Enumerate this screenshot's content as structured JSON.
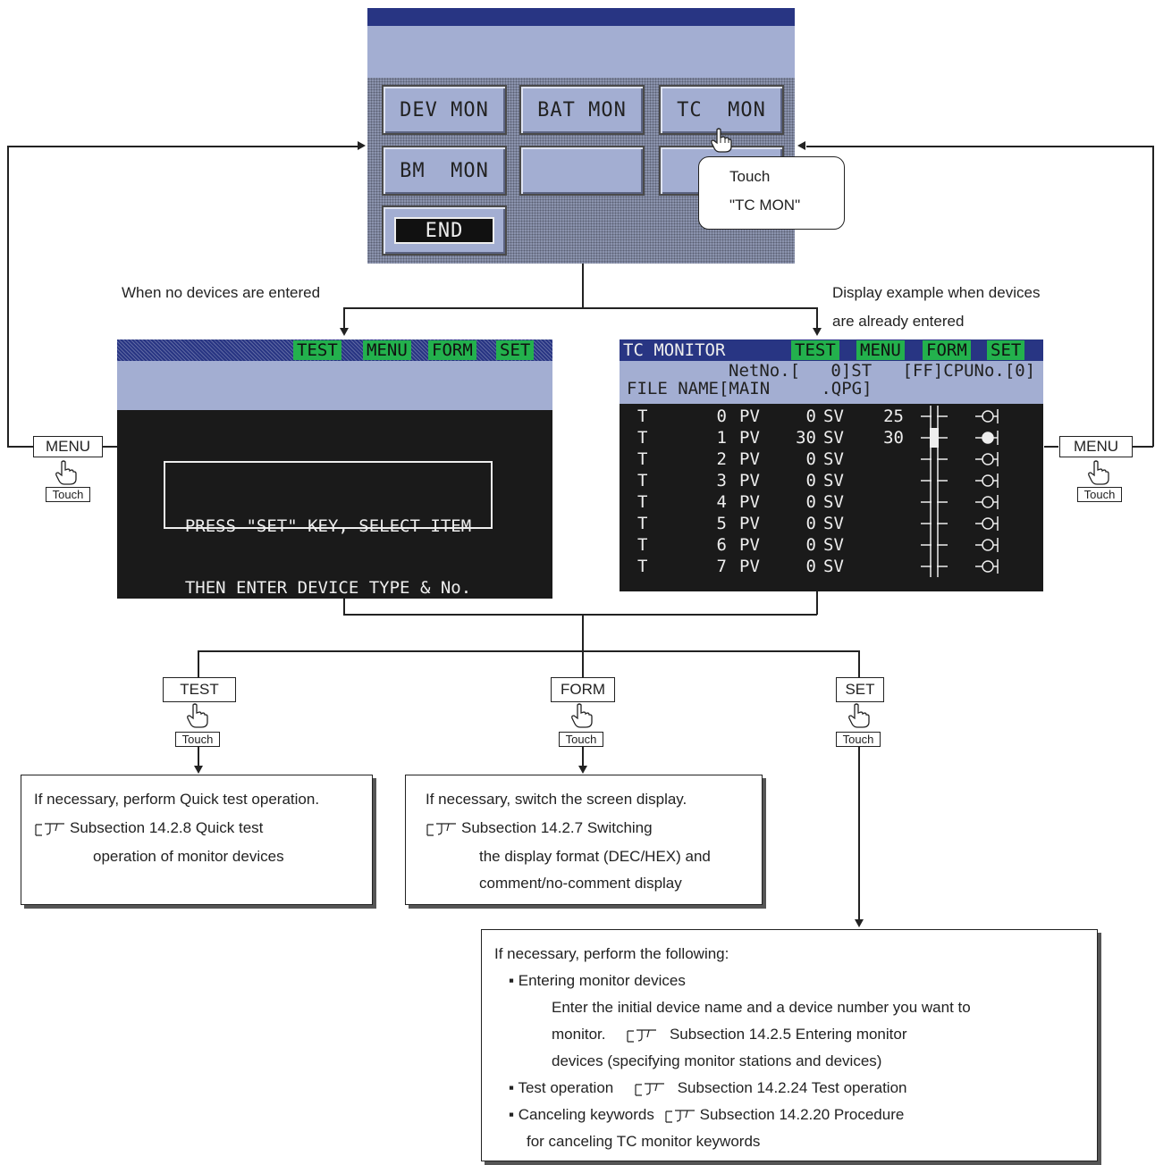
{
  "menu_screen": {
    "buttons": [
      "DEV MON",
      "BAT MON",
      "TC  MON",
      "BM  MON",
      "",
      "",
      "END"
    ],
    "callout_line1": "Touch",
    "callout_line2": "\"TC MON\""
  },
  "labels": {
    "no_devices": "When no devices are entered",
    "example_line1": "Display example when devices",
    "example_line2": "are already entered"
  },
  "left_screen": {
    "tabs": [
      "TEST",
      "MENU",
      "FORM",
      "SET"
    ],
    "message_line1": "PRESS \"SET\" KEY, SELECT ITEM",
    "message_line2": "THEN ENTER DEVICE TYPE & No."
  },
  "right_screen": {
    "title": "TC MONITOR",
    "tabs": [
      "TEST",
      "MENU",
      "FORM",
      "SET"
    ],
    "header_line1": "NetNo.[   0]ST   [FF]CPUNo.[0]",
    "header_line2": "FILE NAME[MAIN     .QPG]",
    "rows": [
      {
        "dev": "T",
        "num": "0",
        "pv_label": "PV",
        "pv": "0",
        "sv_label": "SV",
        "sv": "25",
        "coil_on": false,
        "contact_on": false
      },
      {
        "dev": "T",
        "num": "1",
        "pv_label": "PV",
        "pv": "30",
        "sv_label": "SV",
        "sv": "30",
        "coil_on": true,
        "contact_on": true
      },
      {
        "dev": "T",
        "num": "2",
        "pv_label": "PV",
        "pv": "0",
        "sv_label": "SV",
        "sv": "",
        "coil_on": false,
        "contact_on": false
      },
      {
        "dev": "T",
        "num": "3",
        "pv_label": "PV",
        "pv": "0",
        "sv_label": "SV",
        "sv": "",
        "coil_on": false,
        "contact_on": false
      },
      {
        "dev": "T",
        "num": "4",
        "pv_label": "PV",
        "pv": "0",
        "sv_label": "SV",
        "sv": "",
        "coil_on": false,
        "contact_on": false
      },
      {
        "dev": "T",
        "num": "5",
        "pv_label": "PV",
        "pv": "0",
        "sv_label": "SV",
        "sv": "",
        "coil_on": false,
        "contact_on": false
      },
      {
        "dev": "T",
        "num": "6",
        "pv_label": "PV",
        "pv": "0",
        "sv_label": "SV",
        "sv": "",
        "coil_on": false,
        "contact_on": false
      },
      {
        "dev": "T",
        "num": "7",
        "pv_label": "PV",
        "pv": "0",
        "sv_label": "SV",
        "sv": "",
        "coil_on": false,
        "contact_on": false
      }
    ]
  },
  "keys": {
    "menu": "MENU",
    "test": "TEST",
    "form": "FORM",
    "set": "SET",
    "touch": "Touch"
  },
  "notes": {
    "test": {
      "line1": "If necessary, perform Quick test operation.",
      "line2": "Subsection 14.2.8 Quick test",
      "line3": "operation of monitor devices"
    },
    "form": {
      "line1": "If necessary, switch the screen display.",
      "line2": "Subsection 14.2.7 Switching",
      "line3": "the display format (DEC/HEX) and",
      "line4": "comment/no-comment display"
    },
    "set": {
      "line1": "If necessary, perform the following:",
      "b1": "Entering monitor devices",
      "b1_l1": "Enter the initial device name and a device number you want to",
      "b1_l2a": "monitor.",
      "b1_l2b": "Subsection 14.2.5 Entering monitor",
      "b1_l3": "devices (specifying monitor stations and devices)",
      "b2a": "Test operation",
      "b2b": "Subsection 14.2.24 Test operation",
      "b3a": "Canceling keywords",
      "b3b": "Subsection 14.2.20 Procedure",
      "b3_l2": "for canceling TC monitor keywords"
    }
  },
  "colors": {
    "lcd_blue": "#a3aed2",
    "lcd_navy": "#283583",
    "tab_green": "#23b14d",
    "lcd_black": "#1a1a1a"
  }
}
